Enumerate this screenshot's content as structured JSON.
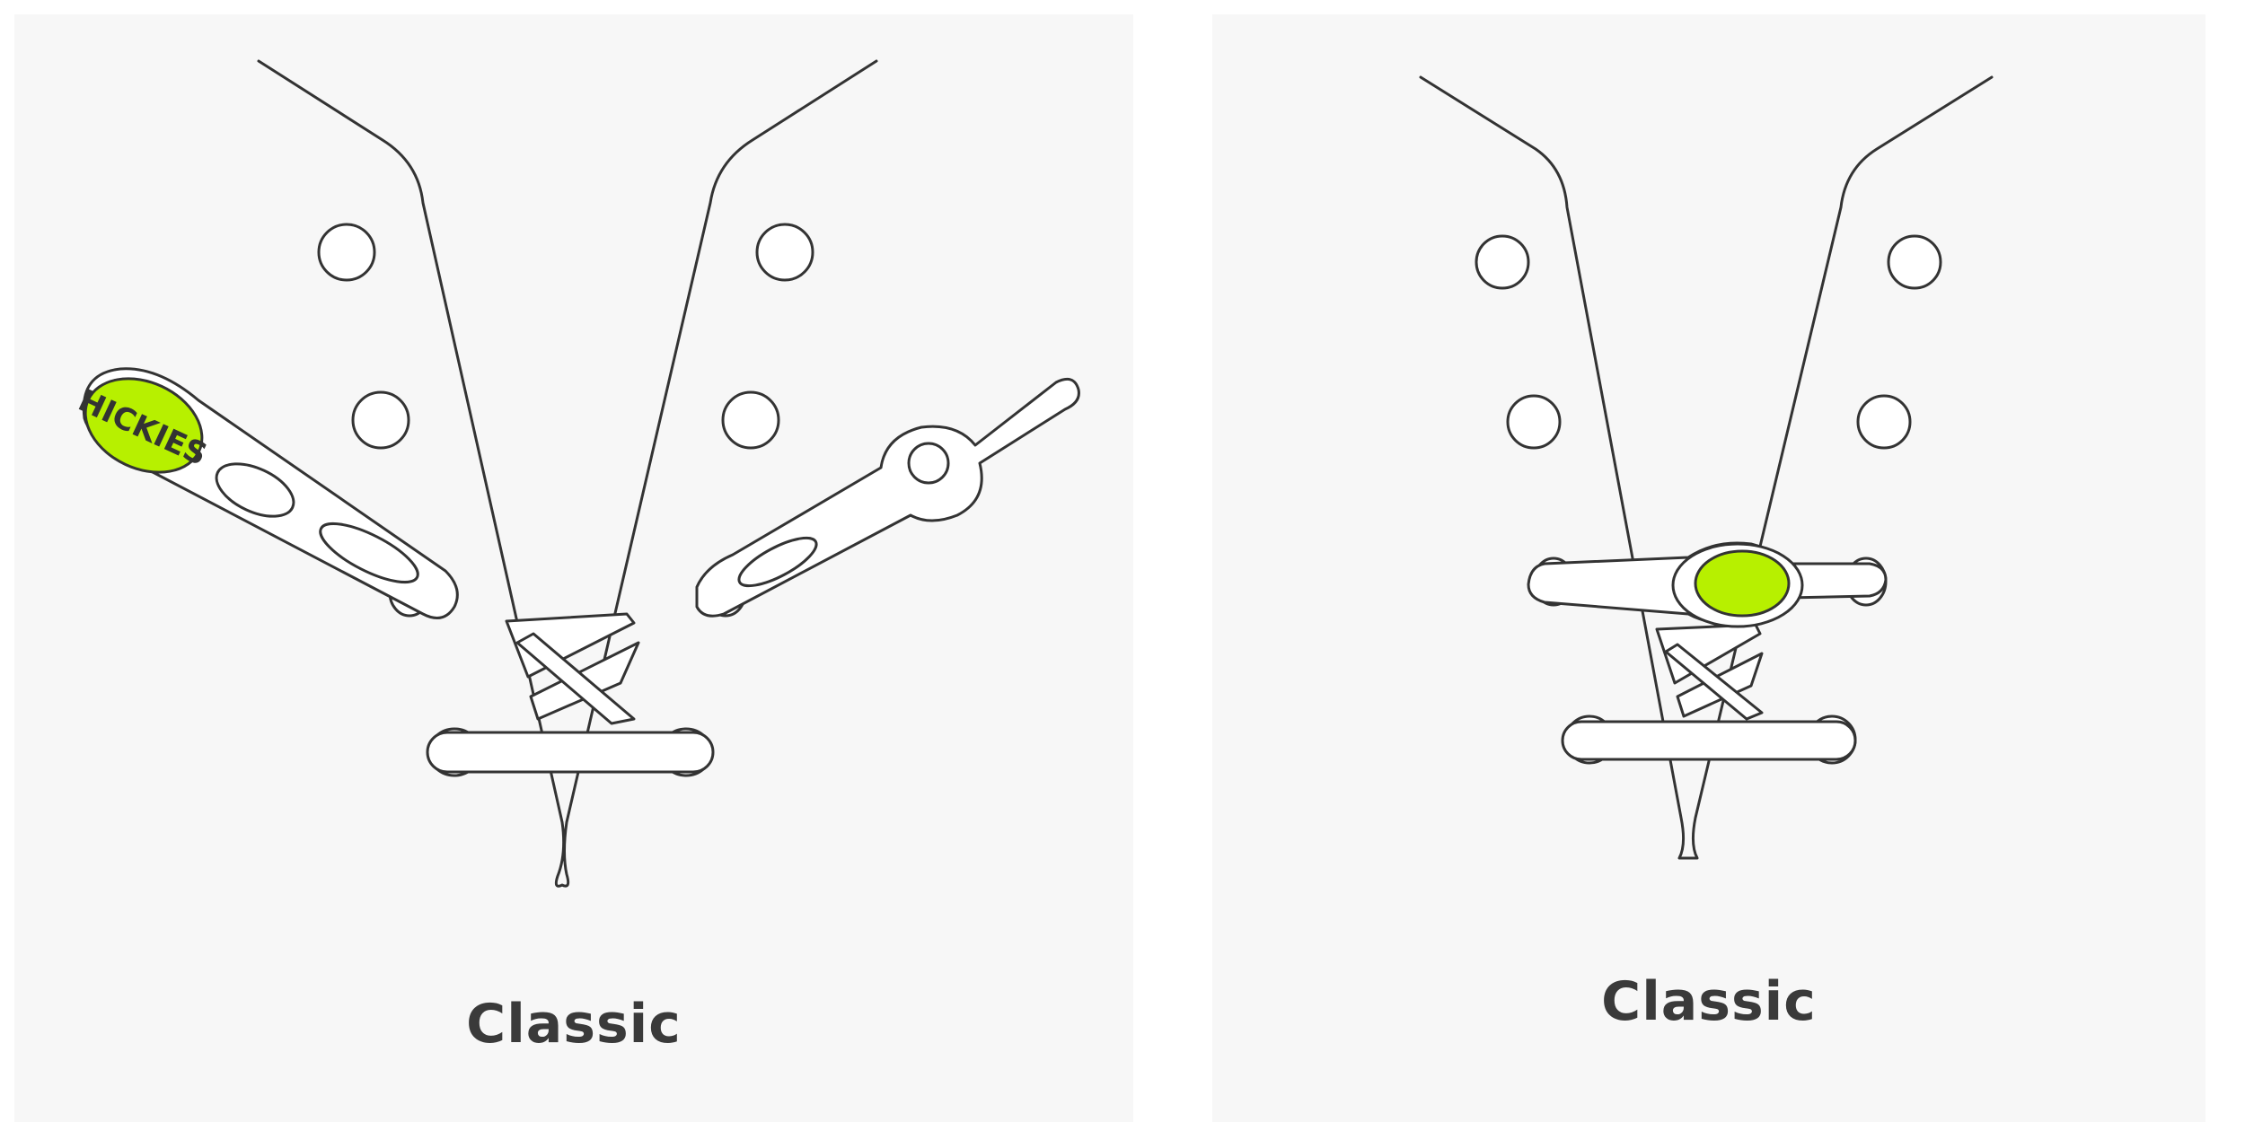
{
  "panels": [
    {
      "caption": "Classic",
      "state": "open",
      "logo_text": "HICKIES",
      "icons": [
        "shoe-tongue-icon",
        "eyelet-icon",
        "hickies-lace-open-icon",
        "crossed-lace-icon",
        "bar-lace-icon"
      ]
    },
    {
      "caption": "Classic",
      "state": "closed",
      "icons": [
        "shoe-tongue-icon",
        "eyelet-icon",
        "hickies-lace-closed-icon",
        "crossed-lace-icon",
        "bar-lace-icon"
      ]
    }
  ],
  "colors": {
    "panel_background": "#f7f7f7",
    "line": "#333333",
    "accent": "#b7f000",
    "caption_text": "#3a3a3a"
  }
}
